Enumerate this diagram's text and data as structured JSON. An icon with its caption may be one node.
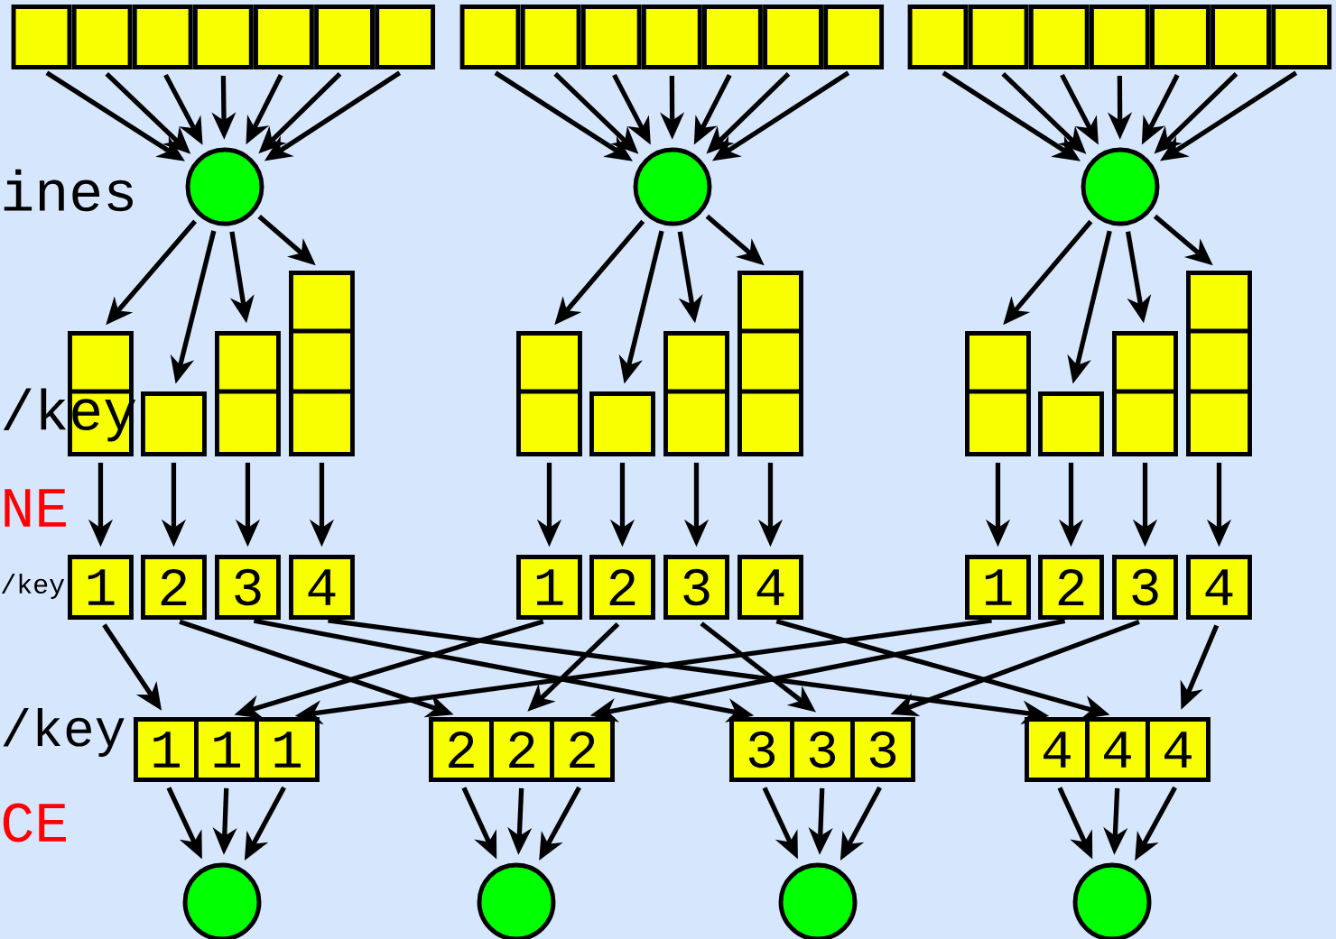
{
  "diagram": {
    "nodes": [
      {
        "text": [],
        "shape": "box"
      },
      {
        "text": [],
        "shape": "box"
      },
      {
        "text": [],
        "shape": "box"
      },
      {
        "text": [],
        "shape": "box"
      },
      {
        "text": [],
        "shape": "box"
      },
      {
        "text": [],
        "shape": "box"
      },
      {
        "text": [],
        "shape": "box"
      },
      {
        "text": [],
        "shape": "box"
      },
      {
        "text": [],
        "shape": "box"
      },
      {
        "text": [],
        "shape": "box"
      },
      {
        "text": [],
        "shape": "box"
      },
      {
        "text": [],
        "shape": "box"
      },
      {
        "text": [],
        "shape": "box"
      },
      {
        "text": [],
        "shape": "box"
      },
      {
        "text": [],
        "shape": "box"
      },
      {
        "text": [],
        "shape": "box"
      },
      {
        "text": [],
        "shape": "box"
      },
      {
        "text": [],
        "shape": "box"
      },
      {
        "text": [],
        "shape": "box"
      },
      {
        "text": [],
        "shape": "box"
      },
      {
        "text": [],
        "shape": "box"
      },
      {
        "text": [],
        "shape": "circle"
      },
      {
        "text": [],
        "shape": "circle"
      },
      {
        "text": [],
        "shape": "circle"
      },
      {
        "text": [],
        "shape": "bar"
      },
      {
        "text": [],
        "shape": "bar"
      },
      {
        "text": [],
        "shape": "bar"
      },
      {
        "text": [],
        "shape": "bar"
      },
      {
        "text": [],
        "shape": "bar"
      },
      {
        "text": [],
        "shape": "bar"
      },
      {
        "text": [],
        "shape": "bar"
      },
      {
        "text": [],
        "shape": "bar"
      },
      {
        "text": [],
        "shape": "bar"
      },
      {
        "text": [],
        "shape": "bar"
      },
      {
        "text": [],
        "shape": "bar"
      },
      {
        "text": [],
        "shape": "bar"
      },
      {
        "text": [
          "1"
        ]
      },
      {
        "text": [
          "2"
        ]
      },
      {
        "text": [
          "3"
        ]
      },
      {
        "text": [
          "4"
        ]
      },
      {
        "text": [
          "1"
        ]
      },
      {
        "text": [
          "2"
        ]
      },
      {
        "text": [
          "3"
        ]
      },
      {
        "text": [
          "4"
        ]
      },
      {
        "text": [
          "1"
        ]
      },
      {
        "text": [
          "2"
        ]
      },
      {
        "text": [
          "3"
        ]
      },
      {
        "text": [
          "4"
        ]
      },
      {
        "text": [
          "1"
        ]
      },
      {
        "text": [
          "1"
        ]
      },
      {
        "text": [
          "1"
        ]
      },
      {
        "text": [
          "2"
        ]
      },
      {
        "text": [
          "2"
        ]
      },
      {
        "text": [
          "2"
        ]
      },
      {
        "text": [
          "3"
        ]
      },
      {
        "text": [
          "3"
        ]
      },
      {
        "text": [
          "3"
        ]
      },
      {
        "text": [
          "4"
        ]
      },
      {
        "text": [
          "4"
        ]
      },
      {
        "text": [
          "4"
        ]
      },
      {
        "text": [],
        "shape": "circle"
      },
      {
        "text": [],
        "shape": "circle"
      },
      {
        "text": [],
        "shape": "circle"
      },
      {
        "text": [],
        "shape": "circle"
      }
    ],
    "edges": [
      {
        "from": 0,
        "to": 21,
        "arrow": "to"
      },
      {
        "from": 1,
        "to": 21,
        "arrow": "to"
      },
      {
        "from": 2,
        "to": 21,
        "arrow": "to"
      },
      {
        "from": 3,
        "to": 21,
        "arrow": "to"
      },
      {
        "from": 4,
        "to": 21,
        "arrow": "to"
      },
      {
        "from": 5,
        "to": 21,
        "arrow": "to"
      },
      {
        "from": 6,
        "to": 21,
        "arrow": "to"
      },
      {
        "from": 7,
        "to": 22,
        "arrow": "to"
      },
      {
        "from": 8,
        "to": 22,
        "arrow": "to"
      },
      {
        "from": 9,
        "to": 22,
        "arrow": "to"
      },
      {
        "from": 10,
        "to": 22,
        "arrow": "to"
      },
      {
        "from": 11,
        "to": 22,
        "arrow": "to"
      },
      {
        "from": 12,
        "to": 22,
        "arrow": "to"
      },
      {
        "from": 13,
        "to": 22,
        "arrow": "to"
      },
      {
        "from": 14,
        "to": 23,
        "arrow": "to"
      },
      {
        "from": 15,
        "to": 23,
        "arrow": "to"
      },
      {
        "from": 16,
        "to": 23,
        "arrow": "to"
      },
      {
        "from": 17,
        "to": 23,
        "arrow": "to"
      },
      {
        "from": 18,
        "to": 23,
        "arrow": "to"
      },
      {
        "from": 19,
        "to": 23,
        "arrow": "to"
      },
      {
        "from": 20,
        "to": 23,
        "arrow": "to"
      },
      {
        "from": 21,
        "to": 24,
        "arrow": "to"
      },
      {
        "from": 21,
        "to": 25,
        "arrow": "to"
      },
      {
        "from": 21,
        "to": 26,
        "arrow": "to"
      },
      {
        "from": 21,
        "to": 27,
        "arrow": "to"
      },
      {
        "from": 22,
        "to": 28,
        "arrow": "to"
      },
      {
        "from": 22,
        "to": 29,
        "arrow": "to"
      },
      {
        "from": 22,
        "to": 30,
        "arrow": "to"
      },
      {
        "from": 22,
        "to": 31,
        "arrow": "to"
      },
      {
        "from": 23,
        "to": 32,
        "arrow": "to"
      },
      {
        "from": 23,
        "to": 33,
        "arrow": "to"
      },
      {
        "from": 23,
        "to": 34,
        "arrow": "to"
      },
      {
        "from": 23,
        "to": 35,
        "arrow": "to"
      },
      {
        "from": 24,
        "to": 36,
        "arrow": "to"
      },
      {
        "from": 25,
        "to": 37,
        "arrow": "to"
      },
      {
        "from": 26,
        "to": 38,
        "arrow": "to"
      },
      {
        "from": 27,
        "to": 39,
        "arrow": "to"
      },
      {
        "from": 28,
        "to": 40,
        "arrow": "to"
      },
      {
        "from": 29,
        "to": 41,
        "arrow": "to"
      },
      {
        "from": 30,
        "to": 42,
        "arrow": "to"
      },
      {
        "from": 31,
        "to": 43,
        "arrow": "to"
      },
      {
        "from": 32,
        "to": 44,
        "arrow": "to"
      },
      {
        "from": 33,
        "to": 45,
        "arrow": "to"
      },
      {
        "from": 34,
        "to": 46,
        "arrow": "to"
      },
      {
        "from": 35,
        "to": 47,
        "arrow": "to"
      },
      {
        "from": 36,
        "to": 48,
        "arrow": "to"
      },
      {
        "from": 37,
        "to": 51,
        "arrow": "to"
      },
      {
        "from": 38,
        "to": 54,
        "arrow": "to"
      },
      {
        "from": 39,
        "to": 57,
        "arrow": "to"
      },
      {
        "from": 40,
        "to": 49,
        "arrow": "to"
      },
      {
        "from": 41,
        "to": 52,
        "arrow": "to"
      },
      {
        "from": 42,
        "to": 55,
        "arrow": "to"
      },
      {
        "from": 43,
        "to": 58,
        "arrow": "to"
      },
      {
        "from": 44,
        "to": 50,
        "arrow": "to"
      },
      {
        "from": 45,
        "to": 53,
        "arrow": "to"
      },
      {
        "from": 46,
        "to": 56,
        "arrow": "to"
      },
      {
        "from": 47,
        "to": 59,
        "arrow": "to"
      },
      {
        "from": 48,
        "to": 60,
        "arrow": "to"
      },
      {
        "from": 49,
        "to": 60,
        "arrow": "to"
      },
      {
        "from": 50,
        "to": 60,
        "arrow": "to"
      },
      {
        "from": 51,
        "to": 61,
        "arrow": "to"
      },
      {
        "from": 52,
        "to": 61,
        "arrow": "to"
      },
      {
        "from": 53,
        "to": 61,
        "arrow": "to"
      },
      {
        "from": 54,
        "to": 62,
        "arrow": "to"
      },
      {
        "from": 55,
        "to": 62,
        "arrow": "to"
      },
      {
        "from": 56,
        "to": 62,
        "arrow": "to"
      },
      {
        "from": 57,
        "to": 63,
        "arrow": "to"
      },
      {
        "from": 58,
        "to": 63,
        "arrow": "to"
      },
      {
        "from": 59,
        "to": 63,
        "arrow": "to"
      }
    ],
    "labels": [
      "ines",
      "/key",
      "NE",
      "/key",
      "/key",
      "CE"
    ]
  }
}
